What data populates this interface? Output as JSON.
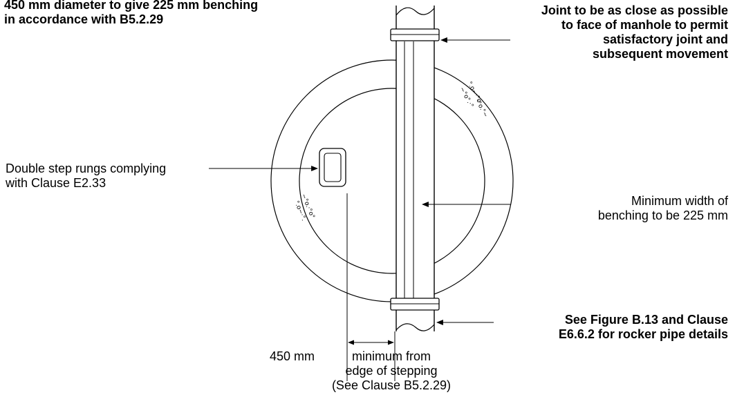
{
  "annotations": {
    "top_left": {
      "lines": [
        "450 mm diameter to give 225 mm benching",
        "in accordance with B5.2.29"
      ]
    },
    "top_right": {
      "lines": [
        "Joint to be as close as possible",
        "to face of manhole to permit",
        "satisfactory joint and",
        "subsequent movement"
      ]
    },
    "step_rungs": {
      "lines": [
        "Double step rungs complying",
        "with Clause E2.33"
      ]
    },
    "benching": {
      "lines": [
        "Minimum width of",
        "benching to be 225 mm"
      ]
    },
    "rocker_pipe": {
      "lines": [
        "See Figure B.13 and Clause",
        "E6.6.2 for rocker pipe details"
      ]
    },
    "stepping": {
      "first": "450 mm",
      "lines": [
        "minimum from",
        "edge of stepping",
        "(See Clause B5.2.29)"
      ]
    }
  }
}
